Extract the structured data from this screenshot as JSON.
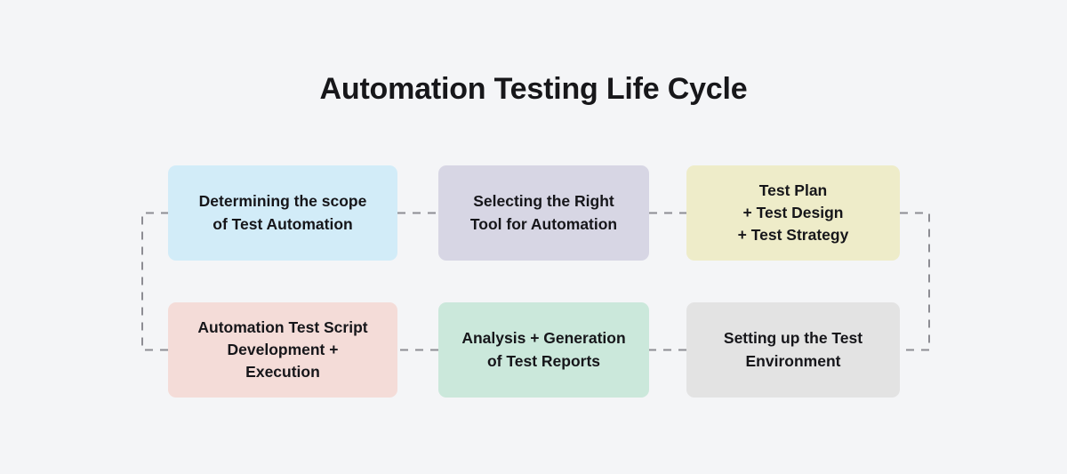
{
  "diagram": {
    "title": "Automation Testing Life Cycle",
    "type": "flow-cycle",
    "background_color": "#f4f5f7",
    "title_color": "#17171a",
    "connector_color": "#8d8d93",
    "connector_style": "dashed",
    "nodes": [
      {
        "id": "scope",
        "order": 1,
        "label": "Determining the scope\nof Test Automation",
        "color": "#d2ecf8",
        "row": "top",
        "column": 1
      },
      {
        "id": "tool",
        "order": 2,
        "label": "Selecting the Right\nTool for Automation",
        "color": "#d7d6e4",
        "row": "top",
        "column": 2
      },
      {
        "id": "plan",
        "order": 3,
        "label": "Test Plan\n+ Test Design\n+ Test Strategy",
        "color": "#eeecc9",
        "row": "top",
        "column": 3
      },
      {
        "id": "environment",
        "order": 4,
        "label": "Setting up the Test\nEnvironment",
        "color": "#e3e3e3",
        "row": "bottom",
        "column": 3
      },
      {
        "id": "reports",
        "order": 5,
        "label": "Analysis + Generation\nof Test Reports",
        "color": "#cbe8db",
        "row": "bottom",
        "column": 2
      },
      {
        "id": "script",
        "order": 6,
        "label": "Automation Test Script\nDevelopment +\nExecution",
        "color": "#f4dcd8",
        "row": "bottom",
        "column": 1
      }
    ],
    "connectors": [
      {
        "id": "scope-to-tool",
        "from": "scope",
        "to": "tool",
        "shape": "horizontal"
      },
      {
        "id": "tool-to-plan",
        "from": "tool",
        "to": "plan",
        "shape": "horizontal"
      },
      {
        "id": "plan-to-environment",
        "from": "plan",
        "to": "environment",
        "shape": "right-bracket"
      },
      {
        "id": "environment-to-reports",
        "from": "environment",
        "to": "reports",
        "shape": "horizontal"
      },
      {
        "id": "reports-to-script",
        "from": "reports",
        "to": "script",
        "shape": "horizontal"
      },
      {
        "id": "script-to-scope",
        "from": "script",
        "to": "scope",
        "shape": "left-bracket"
      }
    ]
  }
}
